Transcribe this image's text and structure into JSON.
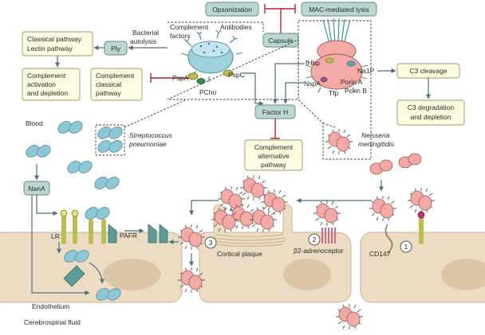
{
  "top": {
    "opsonization": "Opsonization",
    "mac_lysis": "MAC-mediated lysis",
    "capsule": "Capsule"
  },
  "left_boxes": {
    "classical_lectin_1": "Classical pathway",
    "classical_lectin_2": "Lectin pathway",
    "ply": "Ply",
    "activation_1": "Complement",
    "activation_2": "activation",
    "activation_3": "and depletion",
    "cpc_1": "Complement",
    "cpc_2": "classical",
    "cpc_3": "pathway"
  },
  "pneumo": {
    "bacterial_1": "Bacterial",
    "bacterial_2": "autolysis",
    "complement_factors_1": "Complement",
    "complement_factors_2": "factors",
    "antibodies": "Antibodies",
    "pspa": "PspA",
    "pspc": "PspC",
    "pcho": "PCho",
    "species_1": "Streptococcus",
    "species_2": "pneumoniae"
  },
  "neisseria": {
    "fhbp": "fHbp",
    "na1p": "Na1P",
    "nspa": "NspA",
    "porin_a": "Porin A",
    "tfp": "Tfp",
    "porin_b": "Porin B",
    "species_1": "Neisseria",
    "species_2": "meningitidis"
  },
  "right_boxes": {
    "c3_cleavage": "C3 cleavage",
    "c3_deg_1": "C3 degradation",
    "c3_deg_2": "and depletion"
  },
  "center": {
    "factor_h": "Factor H",
    "alt_1": "Complement",
    "alt_2": "alternative",
    "alt_3": "pathway"
  },
  "bottom": {
    "blood": "Blood",
    "nana": "NanA",
    "lr": "LR",
    "pafr": "PAFR",
    "cortical_plaque": "Cortical plaque",
    "b2": "β2-adrenoceptor",
    "cd147": "CD147",
    "step1": "1",
    "step2": "2",
    "step3": "3",
    "endothelium": "Endothelium",
    "csf": "Cerebrospinal fluid"
  },
  "colors": {
    "pneumo_blue": "#8ec7d6",
    "neisseria_pink": "#f3aaa6",
    "cell_tan": "#ecdcc3",
    "receptor_olive": "#b9bd52",
    "pafr_teal": "#5e9c9a",
    "b2_pink": "#cc6a8a",
    "inhibition_red": "#b3262e"
  }
}
